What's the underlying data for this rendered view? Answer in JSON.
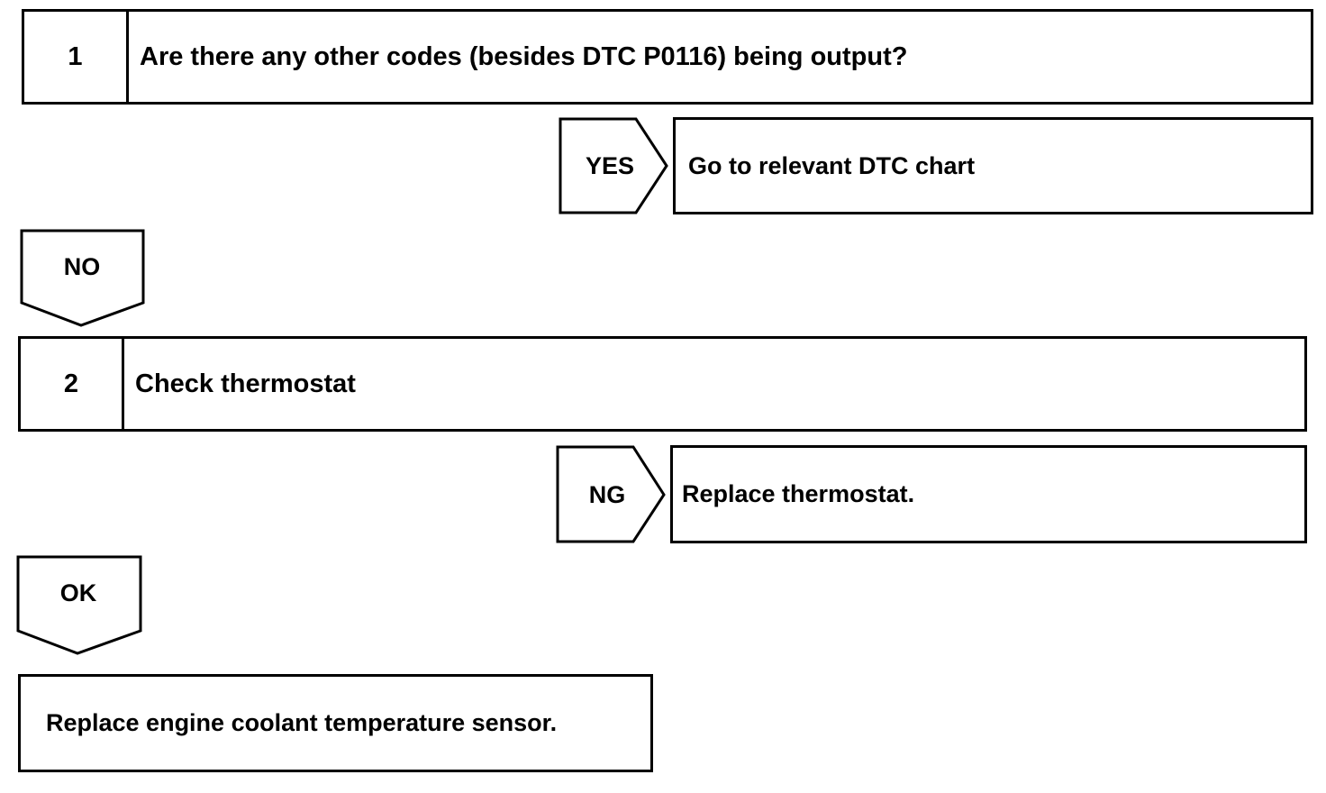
{
  "steps": [
    {
      "number": "1",
      "text": "Are there any other codes (besides DTC P0116) being output?"
    },
    {
      "number": "2",
      "text": "Check thermostat"
    }
  ],
  "branches": [
    {
      "label": "YES",
      "result": "Go to relevant DTC chart"
    },
    {
      "label": "NG",
      "result": "Replace thermostat."
    }
  ],
  "flows": [
    {
      "label": "NO"
    },
    {
      "label": "OK"
    }
  ],
  "final": {
    "text": "Replace engine coolant temperature sensor."
  }
}
